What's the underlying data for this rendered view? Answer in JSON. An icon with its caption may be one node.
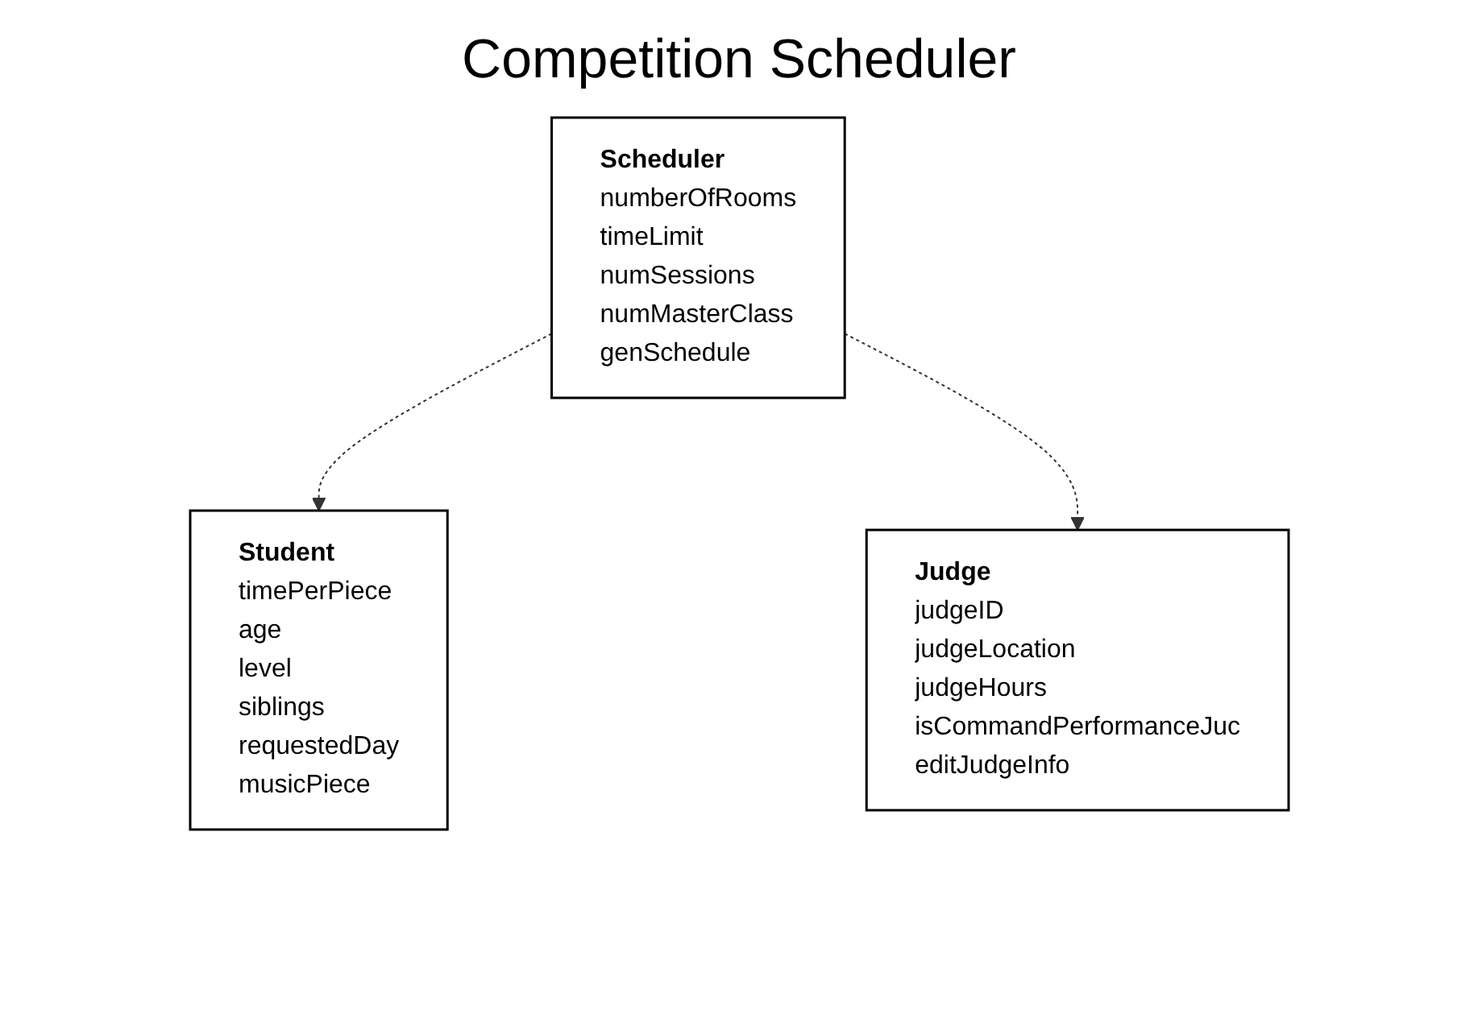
{
  "diagram": {
    "title": "Competition Scheduler",
    "nodes": [
      {
        "text": [
          "Scheduler",
          "numberOfRooms",
          "timeLimit",
          "numSessions",
          "numMasterClass",
          "genSchedule"
        ]
      },
      {
        "text": [
          "Student",
          "timePerPiece",
          "age",
          "level",
          "siblings",
          "requestedDay",
          "musicPiece"
        ]
      },
      {
        "text": [
          "Judge",
          "judgeID",
          "judgeLocation",
          "judgeHours",
          "isCommandPerformanceJuc",
          "editJudgeInfo"
        ]
      }
    ],
    "edges": [
      {
        "from": 0,
        "to": 1,
        "arrow": "to",
        "style": "dashed"
      },
      {
        "from": 0,
        "to": 2,
        "arrow": "to",
        "style": "dashed"
      }
    ]
  }
}
